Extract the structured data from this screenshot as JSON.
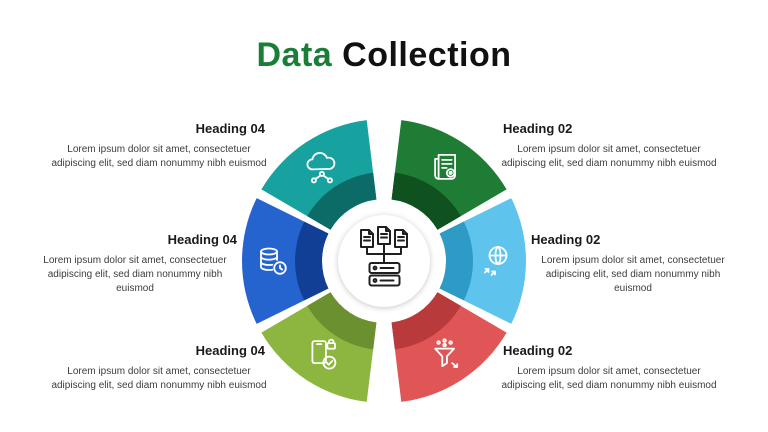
{
  "title": {
    "part1": "Data",
    "part2": "Collection",
    "part1_color": "#1b7e38",
    "part2_color": "#111111"
  },
  "body_text": "Lorem ipsum dolor sit amet, consectetuer adipiscing elit, sed diam nonummy nibh euismod",
  "segments": [
    {
      "id": "cloud",
      "side": "left",
      "position": "top",
      "heading": "Heading 04",
      "color": "#17a2a0",
      "dark_color": "#0c6b66",
      "icon": "cloud-network-icon"
    },
    {
      "id": "database",
      "side": "left",
      "position": "middle",
      "heading": "Heading 04",
      "color": "#2563cf",
      "dark_color": "#123f96",
      "icon": "database-icon"
    },
    {
      "id": "device",
      "side": "left",
      "position": "bottom",
      "heading": "Heading 04",
      "color": "#8cb63f",
      "dark_color": "#6a9030",
      "icon": "device-check-icon"
    },
    {
      "id": "document",
      "side": "right",
      "position": "top",
      "heading": "Heading 02",
      "color": "#1e7c35",
      "dark_color": "#0f5220",
      "icon": "document-icon"
    },
    {
      "id": "globe",
      "side": "right",
      "position": "middle",
      "heading": "Heading 02",
      "color": "#5ec4ed",
      "dark_color": "#2d9bc6",
      "icon": "globe-icon"
    },
    {
      "id": "funnel",
      "side": "right",
      "position": "bottom",
      "heading": "Heading 02",
      "color": "#e05656",
      "dark_color": "#b83a3a",
      "icon": "funnel-icon"
    }
  ],
  "center_icon": "documents-server-icon"
}
